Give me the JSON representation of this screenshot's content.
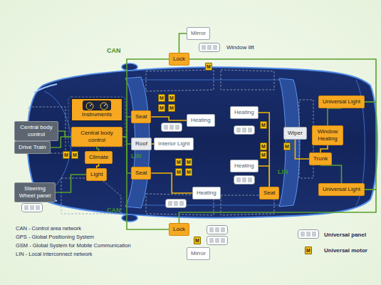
{
  "diagram": {
    "nodes": [
      {
        "text": [
          "Mirror"
        ]
      },
      {
        "text": [
          "Lock"
        ]
      },
      {
        "text": [
          "Instruments"
        ]
      },
      {
        "text": [
          "Central body control"
        ]
      },
      {
        "text": [
          "Central body control"
        ]
      },
      {
        "text": [
          "Drive Train"
        ]
      },
      {
        "text": [
          "Seat"
        ]
      },
      {
        "text": [
          "Heating"
        ]
      },
      {
        "text": [
          "Roof"
        ]
      },
      {
        "text": [
          "Interior Light"
        ]
      },
      {
        "text": [
          "Climate"
        ]
      },
      {
        "text": [
          "Light"
        ]
      },
      {
        "text": [
          "Seat"
        ]
      },
      {
        "text": [
          "Heating"
        ]
      },
      {
        "text": [
          "Steering Wheel panel"
        ]
      },
      {
        "text": [
          "Heating"
        ]
      },
      {
        "text": [
          "Heating"
        ]
      },
      {
        "text": [
          "Wiper"
        ]
      },
      {
        "text": [
          "Window Heating"
        ]
      },
      {
        "text": [
          "Trunk"
        ]
      },
      {
        "text": [
          "Universal Light"
        ]
      },
      {
        "text": [
          "Universal Light"
        ]
      },
      {
        "text": [
          "Seat"
        ]
      },
      {
        "text": [
          "Lock"
        ]
      },
      {
        "text": [
          "Mirror"
        ]
      }
    ],
    "edges": [
      {
        "from": 1,
        "to": 0,
        "arrow": "none"
      },
      {
        "from": 3,
        "to": 1,
        "arrow": "none"
      },
      {
        "from": 3,
        "to": 6,
        "arrow": "none"
      },
      {
        "from": 3,
        "to": 8,
        "arrow": "none"
      },
      {
        "from": 3,
        "to": 12,
        "arrow": "none"
      },
      {
        "from": 3,
        "to": 23,
        "arrow": "none"
      },
      {
        "from": 3,
        "to": 10,
        "arrow": "none"
      },
      {
        "from": 10,
        "to": 11,
        "arrow": "none"
      },
      {
        "from": 6,
        "to": 7,
        "arrow": "none"
      },
      {
        "from": 8,
        "to": 9,
        "arrow": "none"
      },
      {
        "from": 12,
        "to": 13,
        "arrow": "none"
      },
      {
        "from": 14,
        "to": 11,
        "arrow": "none"
      },
      {
        "from": 4,
        "to": 3,
        "arrow": "none"
      },
      {
        "from": 5,
        "to": 3,
        "arrow": "none"
      },
      {
        "from": 1,
        "to": 20,
        "arrow": "none"
      },
      {
        "from": 20,
        "to": 21,
        "arrow": "none"
      },
      {
        "from": 23,
        "to": 21,
        "arrow": "none"
      },
      {
        "from": 15,
        "to": 22,
        "arrow": "none"
      },
      {
        "from": 16,
        "to": 22,
        "arrow": "none"
      },
      {
        "from": 19,
        "to": 18,
        "arrow": "none"
      },
      {
        "from": 19,
        "to": 17,
        "arrow": "none"
      },
      {
        "from": 19,
        "to": 21,
        "arrow": "none"
      },
      {
        "from": 20,
        "to": 18,
        "arrow": "none"
      }
    ],
    "labels": [
      "CAN",
      "Window lift",
      "LIN",
      "CAN",
      "LIN",
      "CAN - Control area network",
      "GPS - Global Positioning System",
      "GSM - Global System for Mobile Communication",
      "LIN - Local interconnect network",
      "M",
      "M",
      "M",
      "M",
      "M",
      "M",
      "M",
      "M",
      "M",
      "M",
      "M",
      "M",
      "M",
      "M",
      "M",
      "M",
      "M"
    ],
    "legend": [
      {
        "text": "Universal panel"
      },
      {
        "text": "Universal motor"
      }
    ]
  }
}
